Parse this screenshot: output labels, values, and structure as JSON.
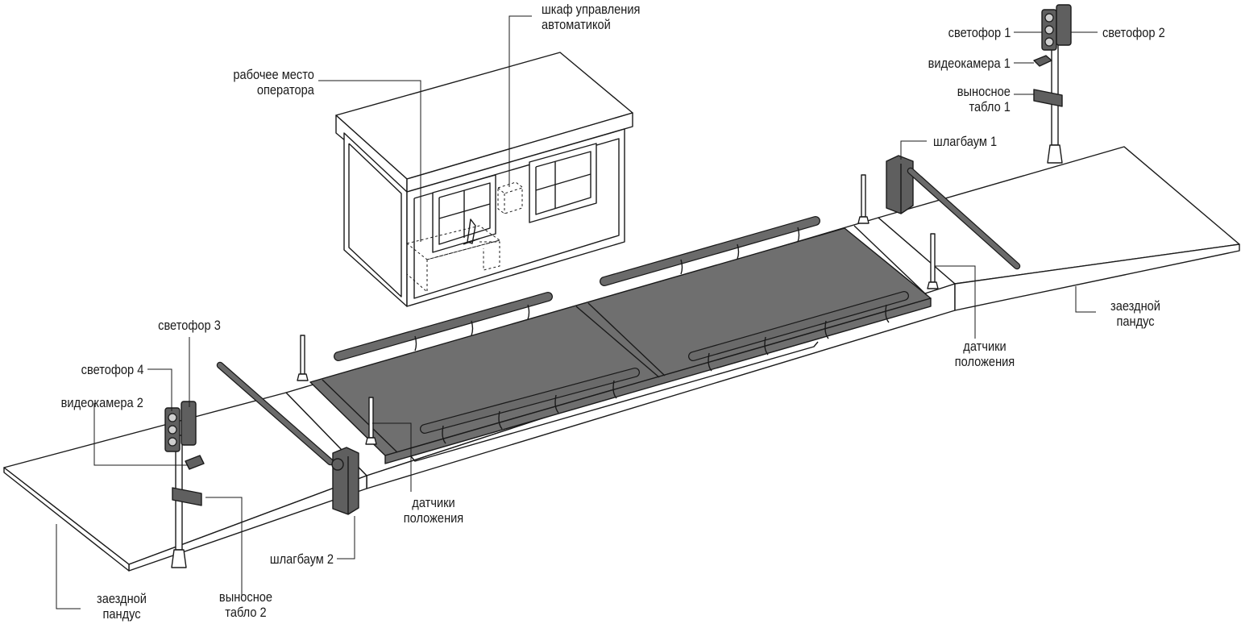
{
  "labels": {
    "control_cabinet": [
      "шкаф управления",
      "автоматикой"
    ],
    "operator_workplace": [
      "рабочее место",
      "оператора"
    ],
    "traffic_light_1": "светофор 1",
    "traffic_light_2": "светофор 2",
    "video_camera_1": "видеокамера 1",
    "remote_display_1": [
      "выносное",
      "табло 1"
    ],
    "barrier_1": "шлагбаум 1",
    "ramp_right": [
      "заездной",
      "пандус"
    ],
    "position_sensors_right": [
      "датчики",
      "положения"
    ],
    "traffic_light_3": "светофор 3",
    "traffic_light_4": "светофор 4",
    "video_camera_2": "видеокамера 2",
    "position_sensors_left": [
      "датчики",
      "положения"
    ],
    "barrier_2": "шлагбаум 2",
    "ramp_left": [
      "заездной",
      "пандус"
    ],
    "remote_display_2": [
      "выносное",
      "табло 2"
    ]
  },
  "colors": {
    "line": "#1a1a1a",
    "platform": "#6f6f6f",
    "equipment": "#5f5f5f",
    "light": "#ffffff"
  }
}
